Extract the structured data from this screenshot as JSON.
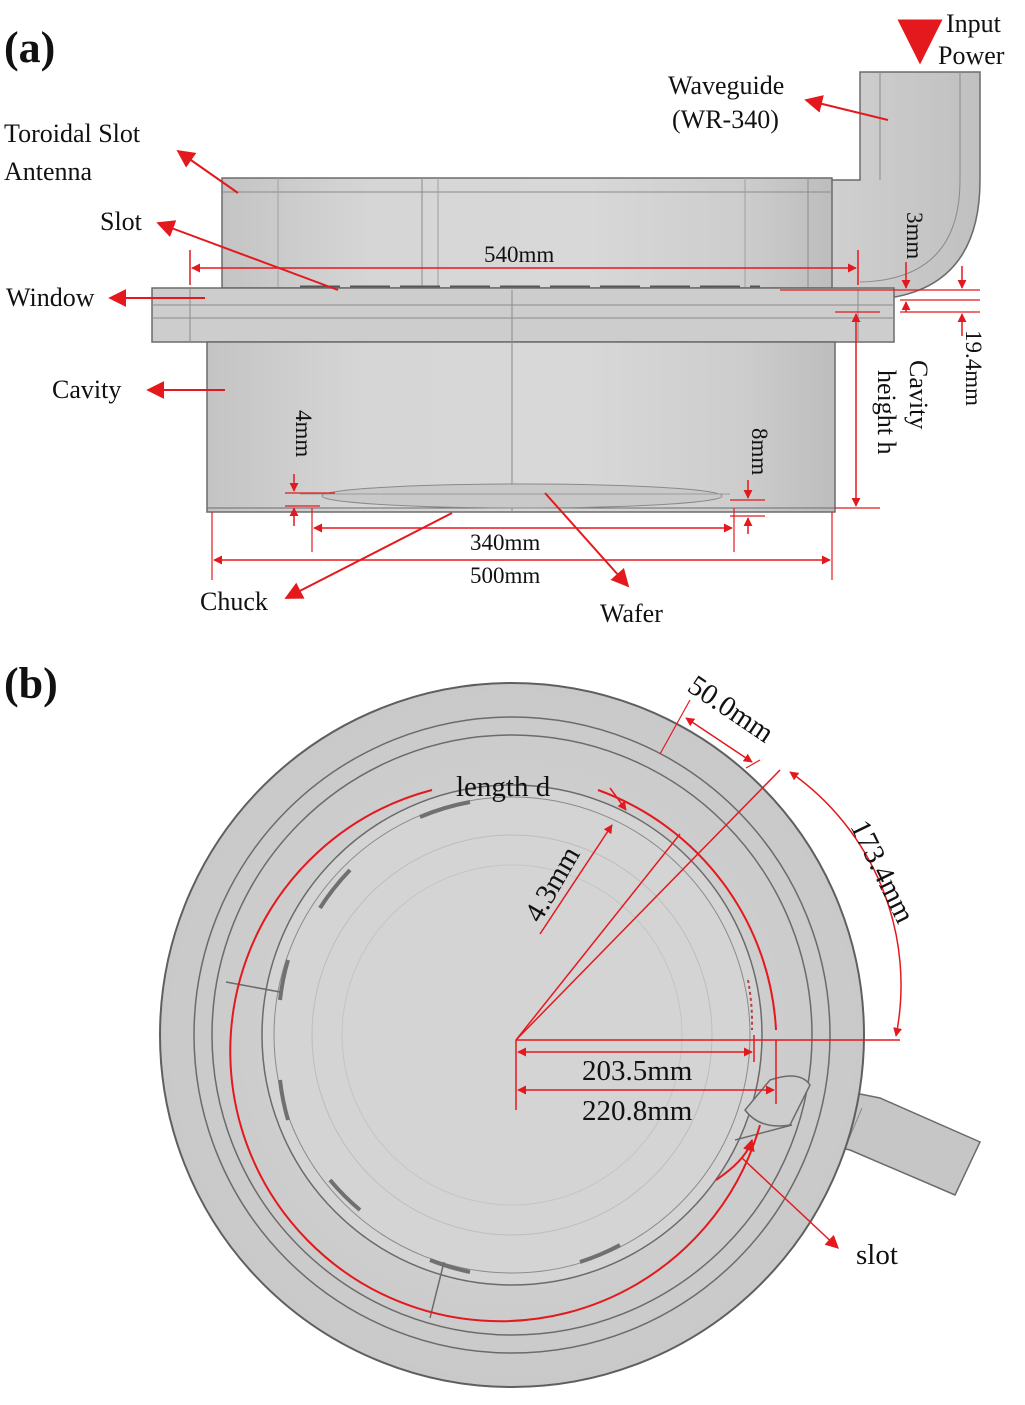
{
  "panel_a": {
    "label": "(a)",
    "input_power": [
      "Input",
      "Power"
    ],
    "waveguide": [
      "Waveguide",
      "(WR-340)"
    ],
    "toroidal_slot_antenna": [
      "Toroidal Slot",
      "Antenna"
    ],
    "slot": "Slot",
    "window": "Window",
    "cavity": "Cavity",
    "chuck": "Chuck",
    "wafer": "Wafer",
    "cavity_height": [
      "Cavity",
      "height h"
    ],
    "dim_540": "540mm",
    "dim_3": "3mm",
    "dim_19_4": "19.4mm",
    "dim_4": "4mm",
    "dim_8": "8mm",
    "dim_340": "340mm",
    "dim_500": "500mm"
  },
  "panel_b": {
    "label": "(b)",
    "length_d": "length d",
    "dim_50": "50.0mm",
    "dim_4_3": "4.3mm",
    "dim_173_4": "173.4mm",
    "dim_203_5": "203.5mm",
    "dim_220_8": "220.8mm",
    "slot": "slot"
  },
  "colors": {
    "annotation_red": "#e4191e",
    "body_gray": "#cfcfcf",
    "edge_gray": "#6b6b6b"
  }
}
